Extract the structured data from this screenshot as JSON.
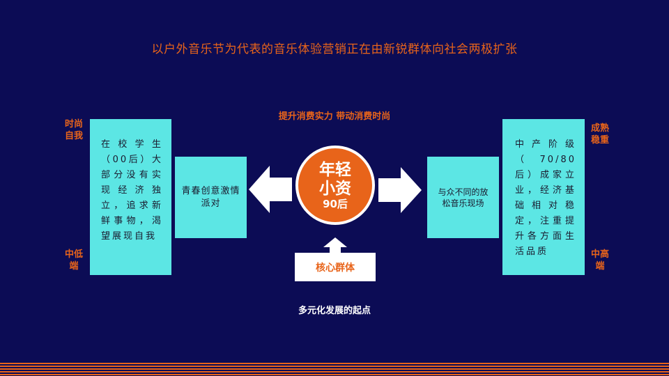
{
  "title": "以户外音乐节为代表的音乐体验营销正在由新锐群体向社会两极扩张",
  "subtitle": "提升消费实力  带动消费时尚",
  "left": {
    "top_label": "时尚\n自我",
    "bottom_label": "中低\n端",
    "big_box_text": "在校学生（00后）大部分没有实现经济独立，追求新鲜事物，渴望展现自我",
    "mid_box_text": "青春创意激情派对"
  },
  "right": {
    "top_label": "成熟\n稳重",
    "bottom_label": "中高\n端",
    "big_box_text": "中产阶级（70/80后）成家立业，经济基础相对稳定，注重提升各方面生活品质",
    "mid_box_text": "与众不同的放松音乐现场"
  },
  "center": {
    "line1": "年轻",
    "line2": "小资",
    "line3": "90后"
  },
  "core_label": "核心群体",
  "bottom_text": "多元化发展的起点",
  "colors": {
    "background": "#0c0c55",
    "accent": "#e8641a",
    "box": "#5ce6e4",
    "white": "#ffffff"
  },
  "icons": [
    "arrow-left-icon",
    "arrow-right-icon",
    "arrow-up-icon"
  ]
}
